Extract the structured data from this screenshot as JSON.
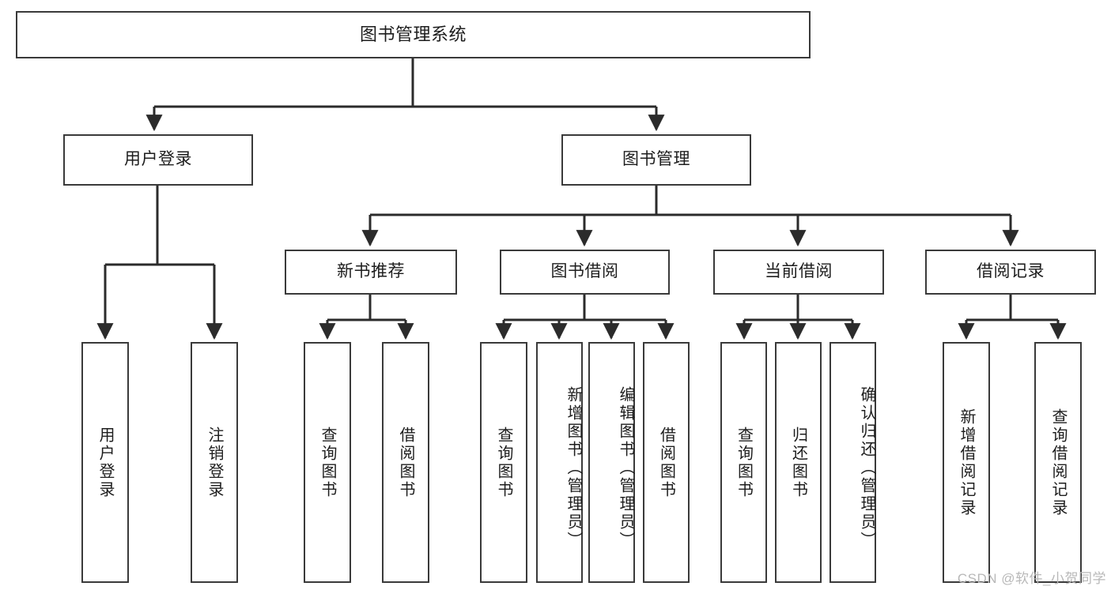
{
  "diagram": {
    "title": "图书管理系统",
    "watermark": "CSDN @软件_小贺同学",
    "levels": {
      "root": {
        "label": "图书管理系统"
      },
      "level2": [
        {
          "label": "用户登录"
        },
        {
          "label": "图书管理"
        }
      ],
      "level3": [
        {
          "label": "新书推荐"
        },
        {
          "label": "图书借阅"
        },
        {
          "label": "当前借阅"
        },
        {
          "label": "借阅记录"
        }
      ],
      "leaves": {
        "user_login": [
          {
            "label": "用户登录"
          },
          {
            "label": "注销登录"
          }
        ],
        "new_book_recommend": [
          {
            "label": "查询图书"
          },
          {
            "label": "借阅图书"
          }
        ],
        "book_borrow": [
          {
            "label": "查询图书"
          },
          {
            "label": "新增图书（管理员）"
          },
          {
            "label": "编辑图书（管理员）"
          },
          {
            "label": "借阅图书"
          }
        ],
        "current_borrow": [
          {
            "label": "查询图书"
          },
          {
            "label": "归还图书"
          },
          {
            "label": "确认归还（管理员）"
          }
        ],
        "borrow_record": [
          {
            "label": "新增借阅记录"
          },
          {
            "label": "查询借阅记录"
          }
        ]
      }
    },
    "colors": {
      "box_border": "#3a3a3a",
      "connector": "#2b2b2b",
      "background": "#ffffff",
      "text": "#1d1d1d",
      "watermark": "#b8b8b8"
    }
  }
}
